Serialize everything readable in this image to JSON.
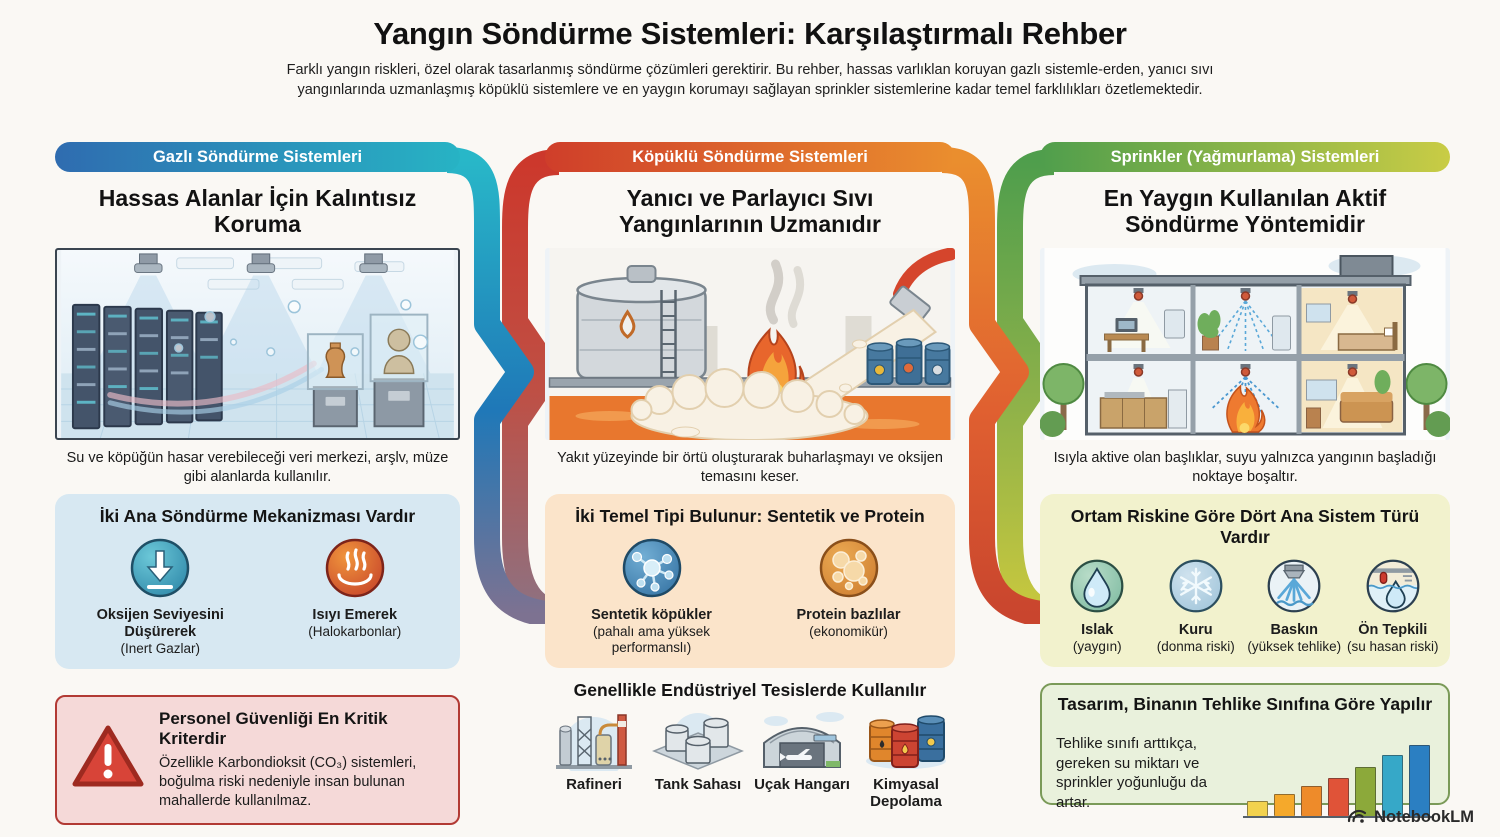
{
  "page": {
    "title": "Yangın Söndürme Sistemleri: Karşılaştırmalı Rehber",
    "subtitle": "Farklı yangın riskleri, özel olarak tasarlanmış söndürme çözümleri gerektirir. Bu rehber, hassas varlıklan koruyan gazlı sistemle-erden, yanıcı sıvı yangınlarında uzmanlaşmış köpüklü sistemlere ve en yaygın korumayı sağlayan sprinkler sistemlerine kadar temel farklılıkları özetlemektedir."
  },
  "footer": {
    "brand": "NotebookLM"
  },
  "theme": {
    "background": "#faf8f4",
    "gas_gradient": [
      "#2f6cb0",
      "#27b3c4"
    ],
    "foam_gradient": [
      "#cf3e2a",
      "#ea8e2e"
    ],
    "sprinkler_gradient": [
      "#4f9e4c",
      "#c9cc45"
    ],
    "warning_red": "#b23a34",
    "design_green": "#7a9a58"
  },
  "columns": [
    {
      "id": "gas",
      "header": "Gazlı Söndürme Sistemleri",
      "headline": "Hassas Alanlar İçin Kalıntısız Koruma",
      "illustration_alt": "Gazlı söndürme başlıklı veri merkezi ve müze odası",
      "caption": "Su ve köpüğün hasar verebileceği veri merkezi, arşlv, müze gibi alanlarda kullanılır.",
      "mech_box": {
        "title": "İki Ana Söndürme Mekanizması Vardır",
        "items": [
          {
            "icon": "down-arrow-icon",
            "label": "Oksijen Seviyesini Düşürerek",
            "sublabel": "(Inert Gazlar)"
          },
          {
            "icon": "flame-icon",
            "label": "Isıyı Emerek",
            "sublabel": "(Halokarbonlar)"
          }
        ]
      },
      "warning": {
        "icon": "warning-triangle-icon",
        "title": "Personel Güvenliği En Kritik Kriterdir",
        "body": "Özellikle Karbondioksit (CO₃) sistemleri, boğulma riski nedeniyle insan bulunan mahallerde kullanılmaz."
      }
    },
    {
      "id": "foam",
      "header": "Köpüklü Söndürme Sistemleri",
      "headline": "Yanıcı ve Parlayıcı Sıvı Yangınlarının Uzmanıdır",
      "illustration_alt": "Yanan sıvı yakıta köpük uygulanan tank sahası",
      "caption": "Yakıt yüzeyinde bir örtü oluşturarak buharlaşmayı ve oksijen temasını keser.",
      "type_box": {
        "title": "İki Temel Tipi Bulunur: Sentetik ve Protein",
        "items": [
          {
            "icon": "molecule-icon",
            "label": "Sentetik köpükler",
            "sublabel": "(pahalı ama yüksek performanslı)"
          },
          {
            "icon": "bubbles-icon",
            "label": "Protein bazlılar",
            "sublabel": "(ekonomikür)"
          }
        ]
      },
      "industry": {
        "title": "Genellikle Endüstriyel Tesislerde Kullanılır",
        "items": [
          {
            "icon": "refinery-icon",
            "label": "Rafineri"
          },
          {
            "icon": "tank-farm-icon",
            "label": "Tank Sahası"
          },
          {
            "icon": "aircraft-hangar-icon",
            "label": "Uçak Hangarı"
          },
          {
            "icon": "chemical-storage-icon",
            "label": "Kimyasal Depolama"
          }
        ]
      }
    },
    {
      "id": "sprinkler",
      "header": "Sprinkler (Yağmurlama) Sistemleri",
      "headline": "En Yaygın Kullanılan Aktif Söndürme Yöntemidir",
      "illustration_alt": "Sprinkler sistemli iki katlı bina kesiti",
      "caption": "Isıyla aktive olan başlıklar, suyu yalnızca yangının başladığı noktaye boşaltır.",
      "systems_box": {
        "title": "Ortam Riskine Göre Dört Ana Sistem Türü Vardır",
        "items": [
          {
            "icon": "water-drop-icon",
            "label": "Islak",
            "sublabel": "(yaygın)"
          },
          {
            "icon": "snowflake-icon",
            "label": "Kuru",
            "sublabel": "(donma riski)"
          },
          {
            "icon": "deluge-icon",
            "label": "Baskın",
            "sublabel": "(yüksek tehlike)"
          },
          {
            "icon": "preaction-icon",
            "label": "Ön Tepkili",
            "sublabel": "(su hasan riski)"
          }
        ]
      },
      "design_box": {
        "title": "Tasarım, Binanın Tehlike Sınıfına Göre Yapılır",
        "body": "Tehlike sınıfı arttıkça, gereken su miktarı ve sprinkler yoğunluğu da artar.",
        "chart": {
          "heights": [
            14,
            21,
            29,
            37,
            48,
            60,
            70
          ],
          "colors": [
            "#f2d24e",
            "#f5a92b",
            "#ee8b2a",
            "#e05338",
            "#8ca93a",
            "#36a8c8",
            "#2b7fc2"
          ]
        }
      }
    }
  ]
}
